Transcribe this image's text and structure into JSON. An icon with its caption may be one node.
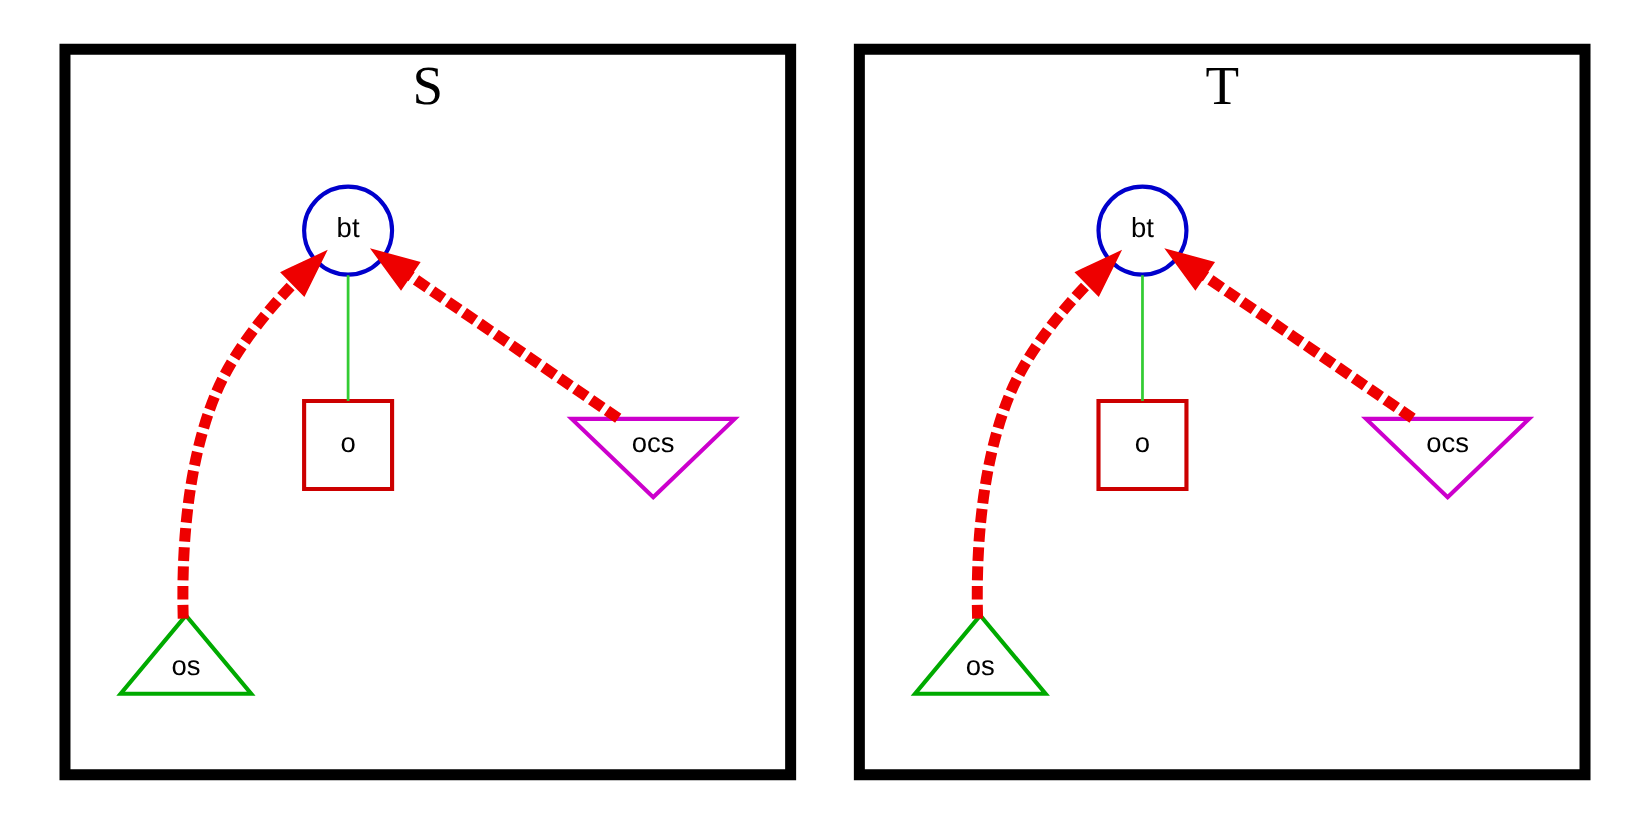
{
  "diagram": {
    "nodes": [
      {
        "text": [
          "S"
        ]
      },
      {
        "text": [
          "bt"
        ],
        "in": 0
      },
      {
        "text": [
          "ocs"
        ],
        "in": 0
      },
      {
        "text": [
          "o"
        ],
        "in": 0
      },
      {
        "text": [
          "os"
        ],
        "in": 0
      },
      {
        "text": [
          "T"
        ]
      },
      {
        "text": [
          "bt"
        ],
        "in": 5
      },
      {
        "text": [
          "ocs"
        ],
        "in": 5
      },
      {
        "text": [
          "o"
        ],
        "in": 5
      },
      {
        "text": [
          "os"
        ],
        "in": 5
      }
    ],
    "edges": [
      {
        "from": 2,
        "to": 1,
        "arrow": "to",
        "style": "dashed"
      },
      {
        "from": 4,
        "to": 1,
        "arrow": "to",
        "style": "dashed"
      },
      {
        "from": 3,
        "to": 1,
        "arrow": "none",
        "color": "#33cc33"
      },
      {
        "from": 7,
        "to": 6,
        "arrow": "to",
        "style": "dashed"
      },
      {
        "from": 9,
        "to": 6,
        "arrow": "to",
        "style": "dashed"
      },
      {
        "from": 8,
        "to": 6,
        "arrow": "none",
        "color": "#33cc33"
      }
    ]
  }
}
